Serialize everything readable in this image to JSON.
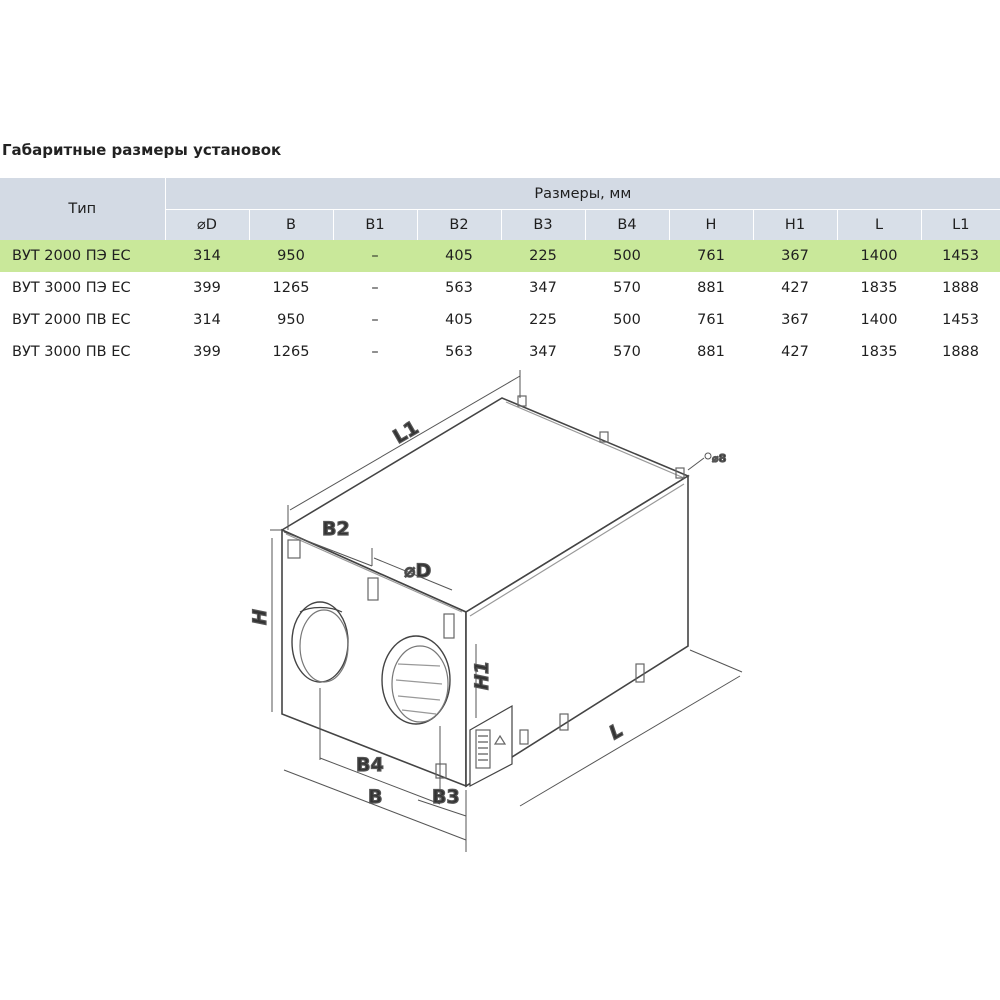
{
  "title": "Габаритные размеры установок",
  "table": {
    "type_header": "Тип",
    "group_header": "Размеры, мм",
    "columns": [
      "⌀D",
      "B",
      "B1",
      "B2",
      "B3",
      "B4",
      "H",
      "H1",
      "L",
      "L1"
    ],
    "rows": [
      {
        "cells": [
          "ВУТ 2000 ПЭ ЕС",
          "314",
          "950",
          "–",
          "405",
          "225",
          "500",
          "761",
          "367",
          "1400",
          "1453"
        ],
        "highlighted": true
      },
      {
        "cells": [
          "ВУТ 3000 ПЭ ЕС",
          "399",
          "1265",
          "–",
          "563",
          "347",
          "570",
          "881",
          "427",
          "1835",
          "1888"
        ],
        "highlighted": false
      },
      {
        "cells": [
          "ВУТ 2000 ПВ ЕС",
          "314",
          "950",
          "–",
          "405",
          "225",
          "500",
          "761",
          "367",
          "1400",
          "1453"
        ],
        "highlighted": false
      },
      {
        "cells": [
          "ВУТ 3000 ПВ ЕС",
          "399",
          "1265",
          "–",
          "563",
          "347",
          "570",
          "881",
          "427",
          "1835",
          "1888"
        ],
        "highlighted": false
      }
    ]
  },
  "drawing": {
    "labels": {
      "L1": "L1",
      "B2": "B2",
      "D": "⌀D",
      "H": "H",
      "H1": "H1",
      "B4": "B4",
      "B": "B",
      "B3": "B3",
      "L": "L",
      "hole": "⌀8"
    }
  },
  "colors": {
    "header_bg": "#d3dae4",
    "highlight_row": "#c9e89a",
    "line": "#555555"
  }
}
